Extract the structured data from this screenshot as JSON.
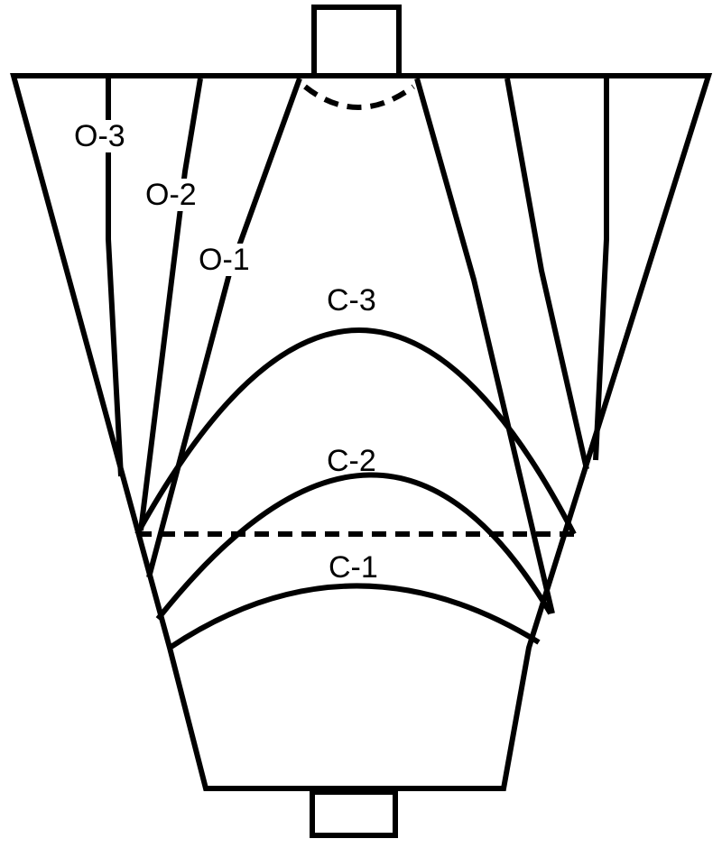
{
  "labels": {
    "o3": "O-3",
    "o2": "O-2",
    "o1": "O-1",
    "c3": "C-3",
    "c2": "C-2",
    "c1": "C-1"
  },
  "colors": {
    "line": "#000000",
    "background": "#ffffff"
  }
}
